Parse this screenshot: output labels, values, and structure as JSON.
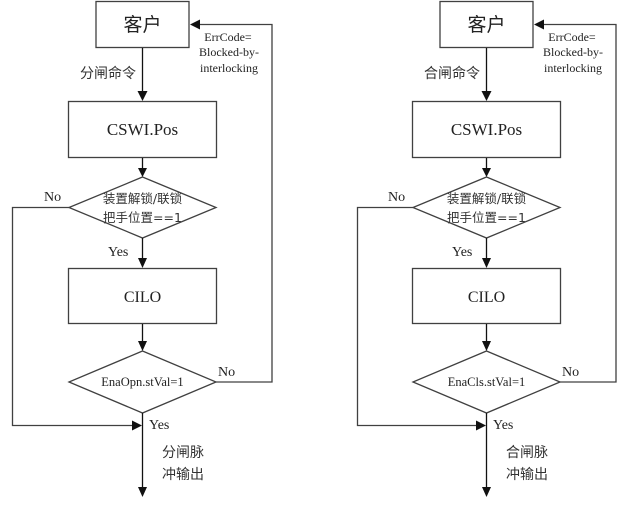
{
  "flowcharts": [
    {
      "id": "open",
      "client_label": "客户",
      "command_label": "分闸命令",
      "cswi_label": "CSWI.Pos",
      "decision1_line1": "装置解锁/联锁",
      "decision1_line2": "把手位置==1",
      "decision1_no": "No",
      "decision1_yes": "Yes",
      "cilo_label": "CILO",
      "decision2_label": "EnaOpn.stVal=1",
      "decision2_no": "No",
      "decision2_yes": "Yes",
      "err_line1": "ErrCode=",
      "err_line2": "Blocked-by-",
      "err_line3": "interlocking",
      "output_line1": "分闸脉",
      "output_line2": "冲输出"
    },
    {
      "id": "close",
      "client_label": "客户",
      "command_label": "合闸命令",
      "cswi_label": "CSWI.Pos",
      "decision1_line1": "装置解锁/联锁",
      "decision1_line2": "把手位置==1",
      "decision1_no": "No",
      "decision1_yes": "Yes",
      "cilo_label": "CILO",
      "decision2_label": "EnaCls.stVal=1",
      "decision2_no": "No",
      "decision2_yes": "Yes",
      "err_line1": "ErrCode=",
      "err_line2": "Blocked-by-",
      "err_line3": "interlocking",
      "output_line1": "合闸脉",
      "output_line2": "冲输出"
    }
  ]
}
